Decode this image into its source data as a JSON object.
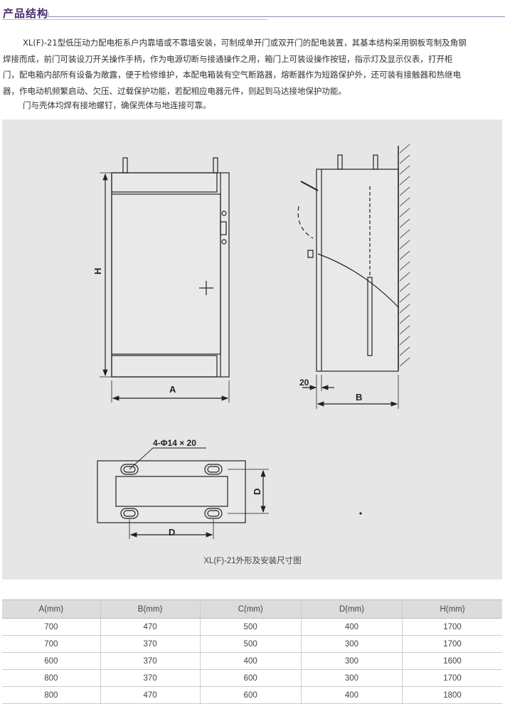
{
  "header": {
    "title": "产品结构"
  },
  "intro": {
    "paragraph1_lines": [
      "XL(F)-21型低压动力配电柜系户内靠墙或不靠墙安装，可制成单开门或双开门的配电装置，其基本结构采用钢板弯制及角钢",
      "焊接而成，前门可装设刀开关操作手柄，作为电源切断与接通操作之用，箱门上可装设操作按钮，指示灯及显示仪表，打开柜",
      "门，配电箱内部所有设备为敞露，便于检修维护，本配电箱装有空气断路器，熔断器作为短路保护外，还可装有接触器和热继电",
      "器，作电动机频繁启动、欠压、过载保护功能，若配相应电器元件，则起到马达接地保护功能。"
    ],
    "paragraph2": "门与壳体均焊有接地螺钉，确保壳体与地连接可靠。"
  },
  "figure": {
    "labels": {
      "H": "H",
      "A": "A",
      "B": "B",
      "gap": "20",
      "D1": "D",
      "D2": "D",
      "holes": "4-Φ14 × 20"
    },
    "caption": "XL(F)-21外形及安装尺寸图"
  },
  "table": {
    "headers": [
      "A(mm)",
      "B(mm)",
      "C(mm)",
      "D(mm)",
      "H(mm)"
    ],
    "rows": [
      [
        "700",
        "470",
        "500",
        "400",
        "1700"
      ],
      [
        "700",
        "370",
        "500",
        "300",
        "1700"
      ],
      [
        "600",
        "370",
        "400",
        "300",
        "1600"
      ],
      [
        "800",
        "370",
        "600",
        "300",
        "1700"
      ],
      [
        "800",
        "470",
        "600",
        "400",
        "1800"
      ]
    ]
  }
}
